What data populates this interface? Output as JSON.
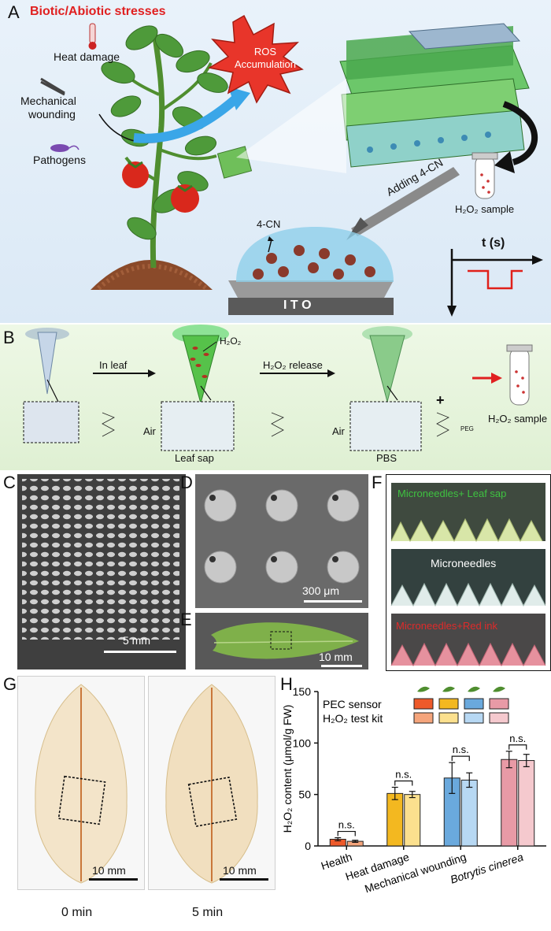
{
  "panelA": {
    "label": "A",
    "title": "Biotic/Abiotic stresses",
    "heat": "Heat damage",
    "mech1": "Mechanical",
    "mech2": "wounding",
    "pathogens": "Pathogens",
    "ros1": "ROS",
    "ros2": "Accumulation",
    "adding": "Adding 4-CN",
    "h2o2_sample": "H₂O₂ sample",
    "cn": "4-CN",
    "ito": "I T O",
    "ts": "t (s)"
  },
  "panelB": {
    "label": "B",
    "in_leaf": "In leaf",
    "h2o2": "H₂O₂",
    "release": "H₂O₂ release",
    "air1": "Air",
    "air2": "Air",
    "leaf_sap": "Leaf sap",
    "pbs": "PBS",
    "peg": "PEG",
    "plus": "+",
    "h2o2_sample": "H₂O₂ sample"
  },
  "panelC": {
    "label": "C",
    "scale": "5 mm"
  },
  "panelD": {
    "label": "D",
    "scale": "300 μm"
  },
  "panelE": {
    "label": "E",
    "scale": "10 mm"
  },
  "panelF": {
    "label": "F",
    "t1": "Microneedles+ Leaf sap",
    "t2": "Microneedles",
    "t3": "Microneedles+Red ink"
  },
  "panelG": {
    "label": "G",
    "scale1": "10 mm",
    "scale2": "10 mm",
    "cap1": "0 min",
    "cap2": "5 min"
  },
  "panelH": {
    "label": "H"
  },
  "chart_data": {
    "type": "bar",
    "categories": [
      "Health",
      "Heat damage",
      "Mechanical wounding",
      "Botrytis cinerea"
    ],
    "series": [
      {
        "name": "PEC sensor",
        "values": [
          6.5,
          51,
          66,
          84
        ],
        "errors": [
          1.5,
          6,
          15,
          8
        ]
      },
      {
        "name": "H₂O₂ test kit",
        "values": [
          4.5,
          50,
          64,
          83
        ],
        "errors": [
          1,
          3,
          7,
          6
        ]
      }
    ],
    "colors": {
      "PEC sensor": [
        "#ee5a2a",
        "#f3b820",
        "#6aa9dd",
        "#e89aa6"
      ],
      "H₂O₂ test kit": [
        "#f5a57c",
        "#fbe08e",
        "#b7d8f3",
        "#f5c9ce"
      ]
    },
    "ylabel": "H₂O₂ content (μmol/g FW)",
    "ylim": [
      0,
      150
    ],
    "yticks": [
      0,
      50,
      100,
      150
    ],
    "annotations": [
      "n.s.",
      "n.s.",
      "n.s.",
      "n.s."
    ],
    "legend": "top-left"
  }
}
